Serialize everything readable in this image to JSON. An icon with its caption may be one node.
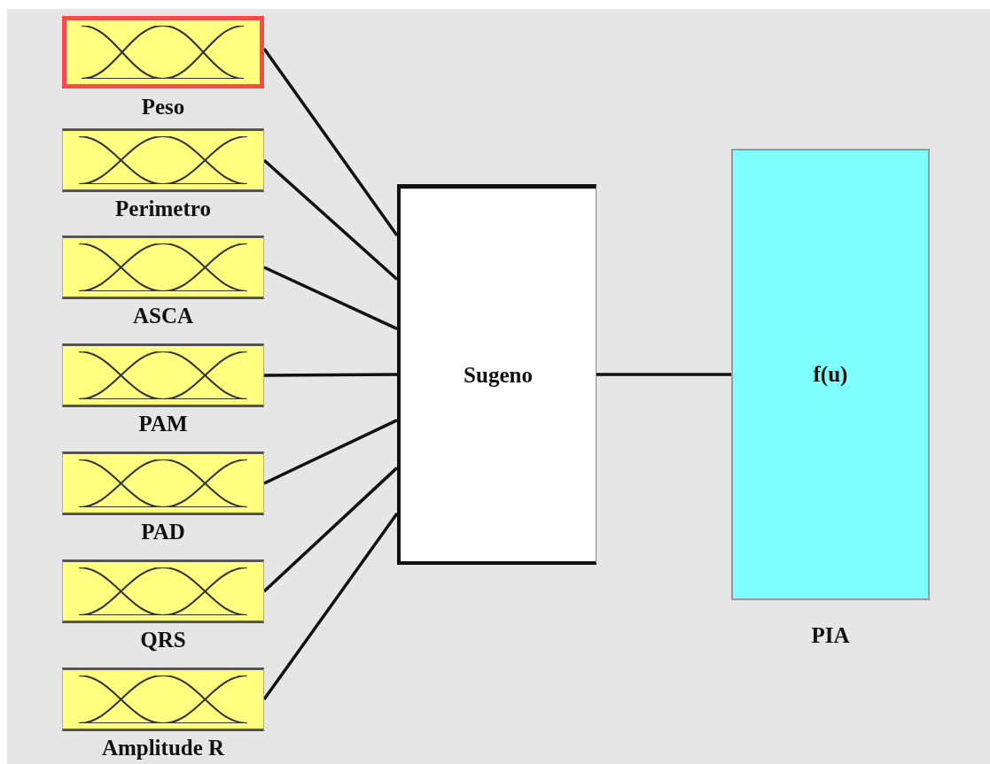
{
  "diagram": {
    "nodes": [
      {
        "text": [
          "Peso"
        ]
      },
      {
        "text": [
          "Perimetro"
        ]
      },
      {
        "text": [
          "ASCA"
        ]
      },
      {
        "text": [
          "PAM"
        ]
      },
      {
        "text": [
          "PAD"
        ]
      },
      {
        "text": [
          "QRS"
        ]
      },
      {
        "text": [
          "Amplitude R"
        ]
      },
      {
        "text": [
          "Sugeno"
        ]
      },
      {
        "text": [
          "f(u)",
          "PIA"
        ]
      }
    ],
    "edges": [
      {
        "from": 0,
        "to": 7,
        "arrow": "none"
      },
      {
        "from": 1,
        "to": 7,
        "arrow": "none"
      },
      {
        "from": 2,
        "to": 7,
        "arrow": "none"
      },
      {
        "from": 3,
        "to": 7,
        "arrow": "none"
      },
      {
        "from": 4,
        "to": 7,
        "arrow": "none"
      },
      {
        "from": 5,
        "to": 7,
        "arrow": "none"
      },
      {
        "from": 6,
        "to": 7,
        "arrow": "none"
      },
      {
        "from": 7,
        "to": 8,
        "arrow": "none"
      }
    ]
  }
}
